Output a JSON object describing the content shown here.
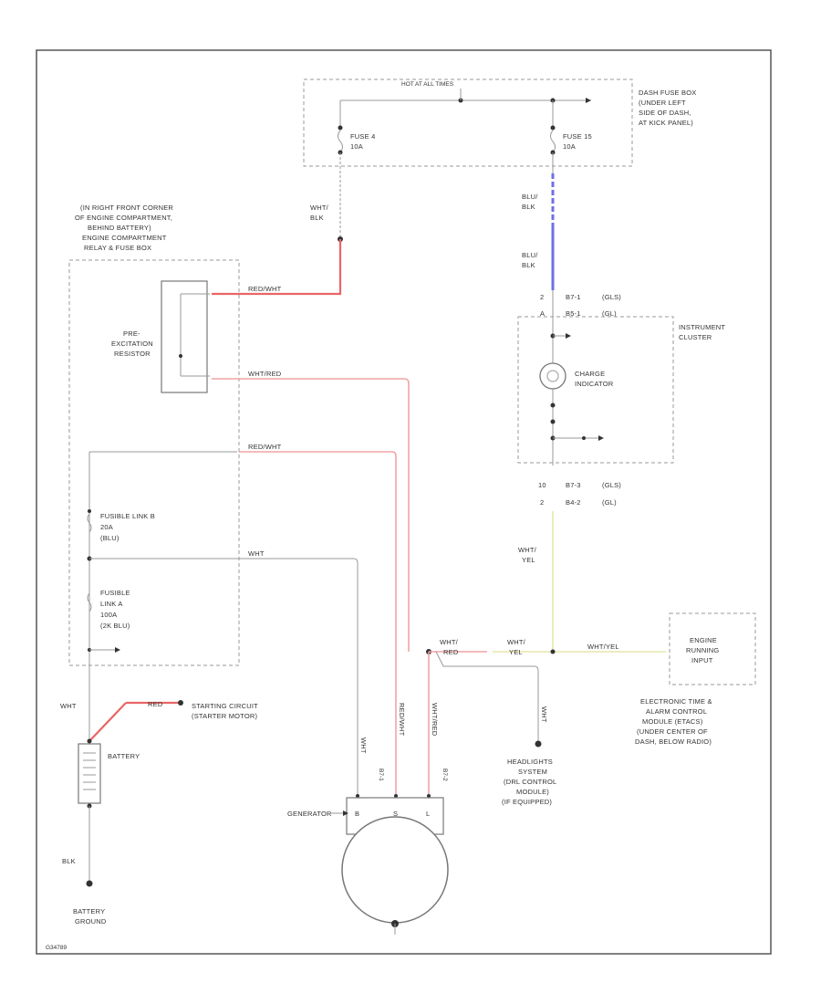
{
  "hot_bus_label": "HOT AT ALL TIMES",
  "dash_fuse_box": [
    "DASH FUSE BOX",
    "(UNDER LEFT",
    "SIDE OF DASH,",
    "AT KICK PANEL)"
  ],
  "fuse_a": [
    "FUSE 4",
    "10A"
  ],
  "fuse_b": [
    "FUSE 15",
    "10A"
  ],
  "wire_wht_blk": [
    "WHT/",
    "BLK"
  ],
  "wire_blu_blk_1": [
    "BLU/",
    "BLK"
  ],
  "wire_blu_blk_2": [
    "BLU/",
    "BLK"
  ],
  "engine_comp_box": [
    "(IN RIGHT FRONT CORNER",
    "OF ENGINE COMPARTMENT,",
    "BEHIND BATTERY)",
    "ENGINE COMPARTMENT",
    "RELAY & FUSE BOX"
  ],
  "pre_excitation": [
    "PRE-",
    "EXCITATION",
    "RESISTOR"
  ],
  "wire_red_wht_1": "RED/WHT",
  "wire_wht_red_1": "WHT/RED",
  "wire_red_wht_2": "RED/WHT",
  "wire_wht": "WHT",
  "fusible_link_b": [
    "FUSIBLE LINK B",
    "20A",
    "(BLU)"
  ],
  "fusible_link_a": [
    "FUSIBLE",
    "LINK A",
    "100A",
    "(2K BLU)"
  ],
  "connector_top": [
    "2",
    "B7-1",
    "(GLS)",
    "A",
    "B5-1",
    "(GL)"
  ],
  "instrument_cluster": [
    "INSTRUMENT",
    "CLUSTER"
  ],
  "charge_indicator": [
    "CHARGE",
    "INDICATOR"
  ],
  "connector_bot": [
    "10",
    "B7-3",
    "(GLS)",
    "2",
    "B4-2",
    "(GL)"
  ],
  "wire_wht_yel": [
    "WHT/",
    "YEL"
  ],
  "wire_wht_red_2": [
    "WHT/",
    "RED"
  ],
  "wire_wht_yel_2": [
    "WHT/",
    "YEL"
  ],
  "wire_wht_yel_3": "WHT/YEL",
  "engine_running_input": [
    "ENGINE",
    "RUNNING",
    "INPUT"
  ],
  "etacs": [
    "ELECTRONIC TIME &",
    "ALARM CONTROL",
    "MODULE (ETACS)",
    "(UNDER CENTER OF",
    "DASH, BELOW RADIO)"
  ],
  "wire_wht_bat": "WHT",
  "wire_red_bat": "RED",
  "starting_circuit": [
    "STARTING CIRCUIT",
    "(STARTER MOTOR)"
  ],
  "battery": "BATTERY",
  "wire_wht_down": "WHT",
  "wire_red_wht_v": "RED/WHT",
  "wire_wht_red_v": "WHT/RED",
  "wire_wht_hl": "WHT",
  "headlights": [
    "HEADLIGHTS",
    "SYSTEM",
    "(DRL CONTROL",
    "MODULE)",
    "(IF EQUIPPED)"
  ],
  "conn_gen": [
    "B7-1",
    "B7-2"
  ],
  "generator": "GENERATOR",
  "gen_terminals": [
    "B",
    "S",
    "L"
  ],
  "wire_blk": "BLK",
  "battery_ground": [
    "BATTERY",
    "GROUND"
  ],
  "footer_code": "G34789"
}
